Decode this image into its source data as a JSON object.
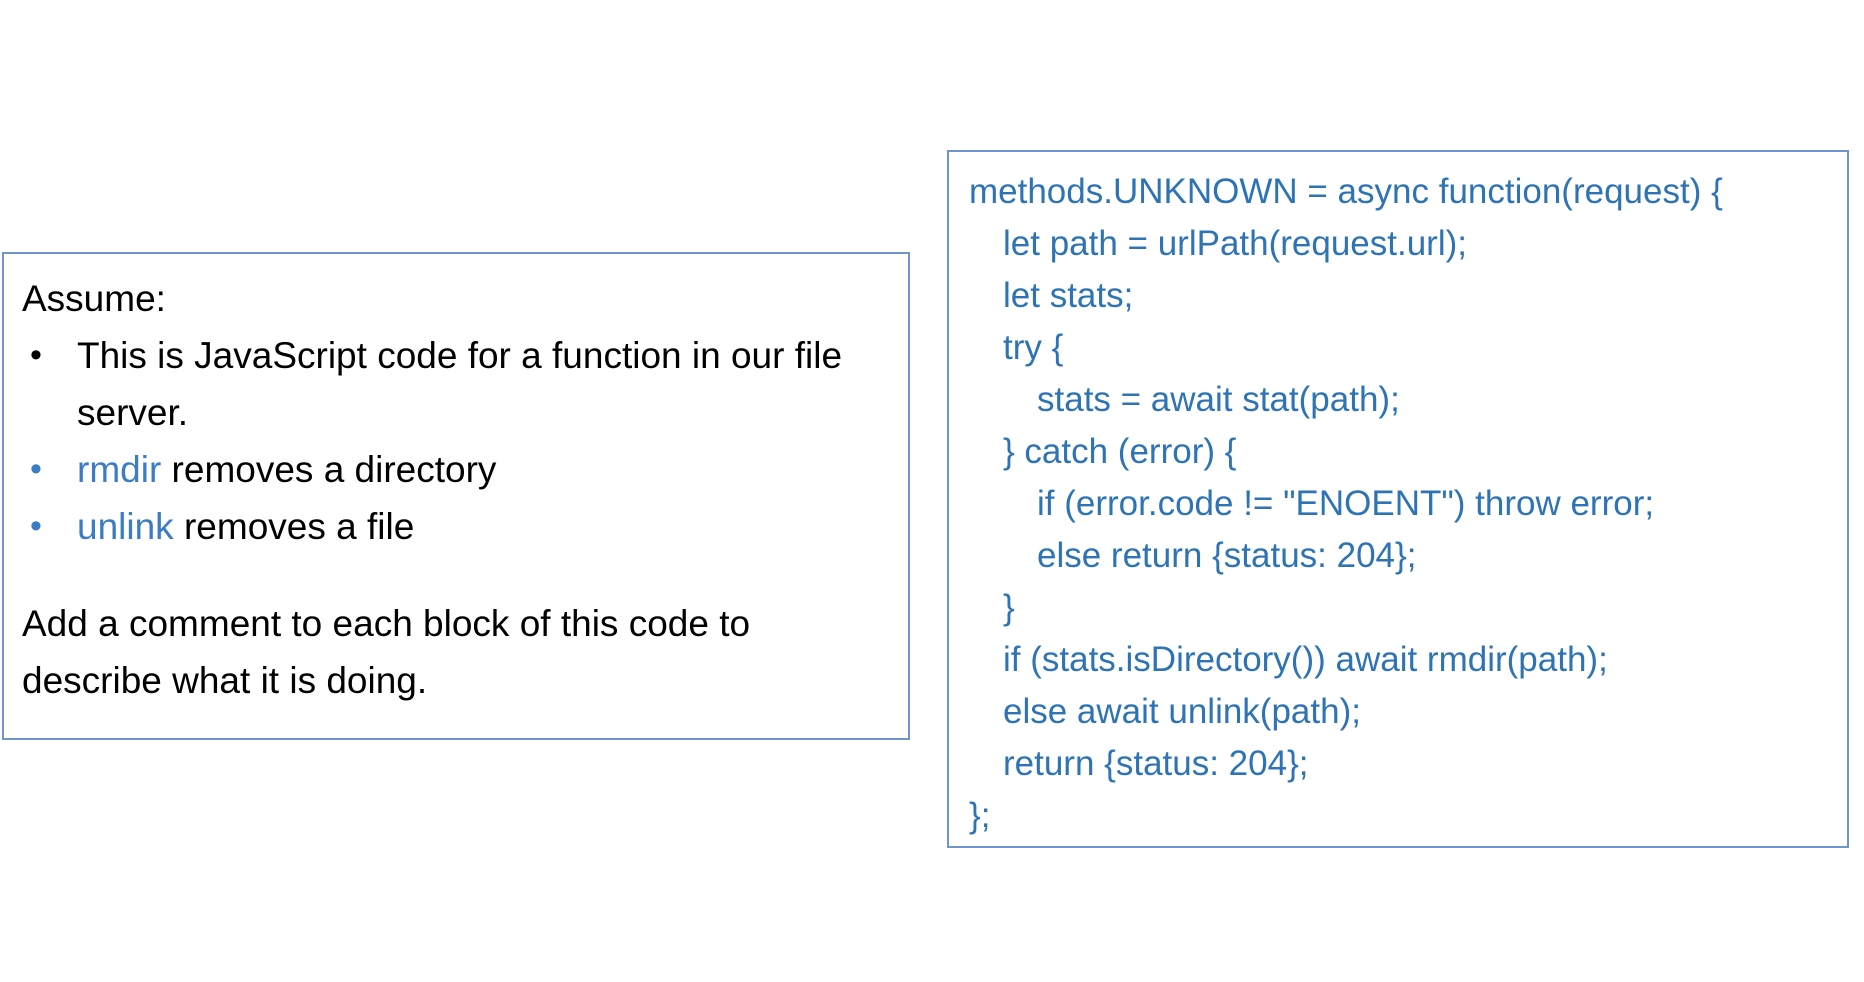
{
  "colors": {
    "accent_blue": "#2e74b5",
    "bullet_blue": "#3b7cc4",
    "box_border": "#6f96cc",
    "text_black": "#000000",
    "background": "#ffffff"
  },
  "prompt": {
    "heading": "Assume:",
    "bullets": [
      {
        "marker": "•",
        "marker_color": "black",
        "prefix": "",
        "text": "This is JavaScript code for a function in our file server."
      },
      {
        "marker": "•",
        "marker_color": "blue",
        "prefix": "rmdir",
        "text": " removes a directory"
      },
      {
        "marker": "•",
        "marker_color": "blue",
        "prefix": "unlink",
        "text": " removes a file"
      }
    ],
    "instruction": "Add a comment to each block of this code to describe what it is doing."
  },
  "code": {
    "language": "javascript",
    "lines": [
      {
        "indent": 0,
        "text": "methods.UNKNOWN = async function(request) {"
      },
      {
        "indent": 1,
        "text": "let path = urlPath(request.url);"
      },
      {
        "indent": 1,
        "text": "let stats;"
      },
      {
        "indent": 1,
        "text": "try {"
      },
      {
        "indent": 2,
        "text": "stats = await stat(path);"
      },
      {
        "indent": 1,
        "text": "} catch (error) {"
      },
      {
        "indent": 2,
        "text": "if (error.code != \"ENOENT\") throw error;"
      },
      {
        "indent": 2,
        "text": "else return {status: 204};"
      },
      {
        "indent": 1,
        "text": "}"
      },
      {
        "indent": 1,
        "text": "if (stats.isDirectory()) await rmdir(path);"
      },
      {
        "indent": 1,
        "text": "else await unlink(path);"
      },
      {
        "indent": 1,
        "text": "return {status: 204};"
      },
      {
        "indent": 0,
        "text": "};"
      }
    ]
  }
}
